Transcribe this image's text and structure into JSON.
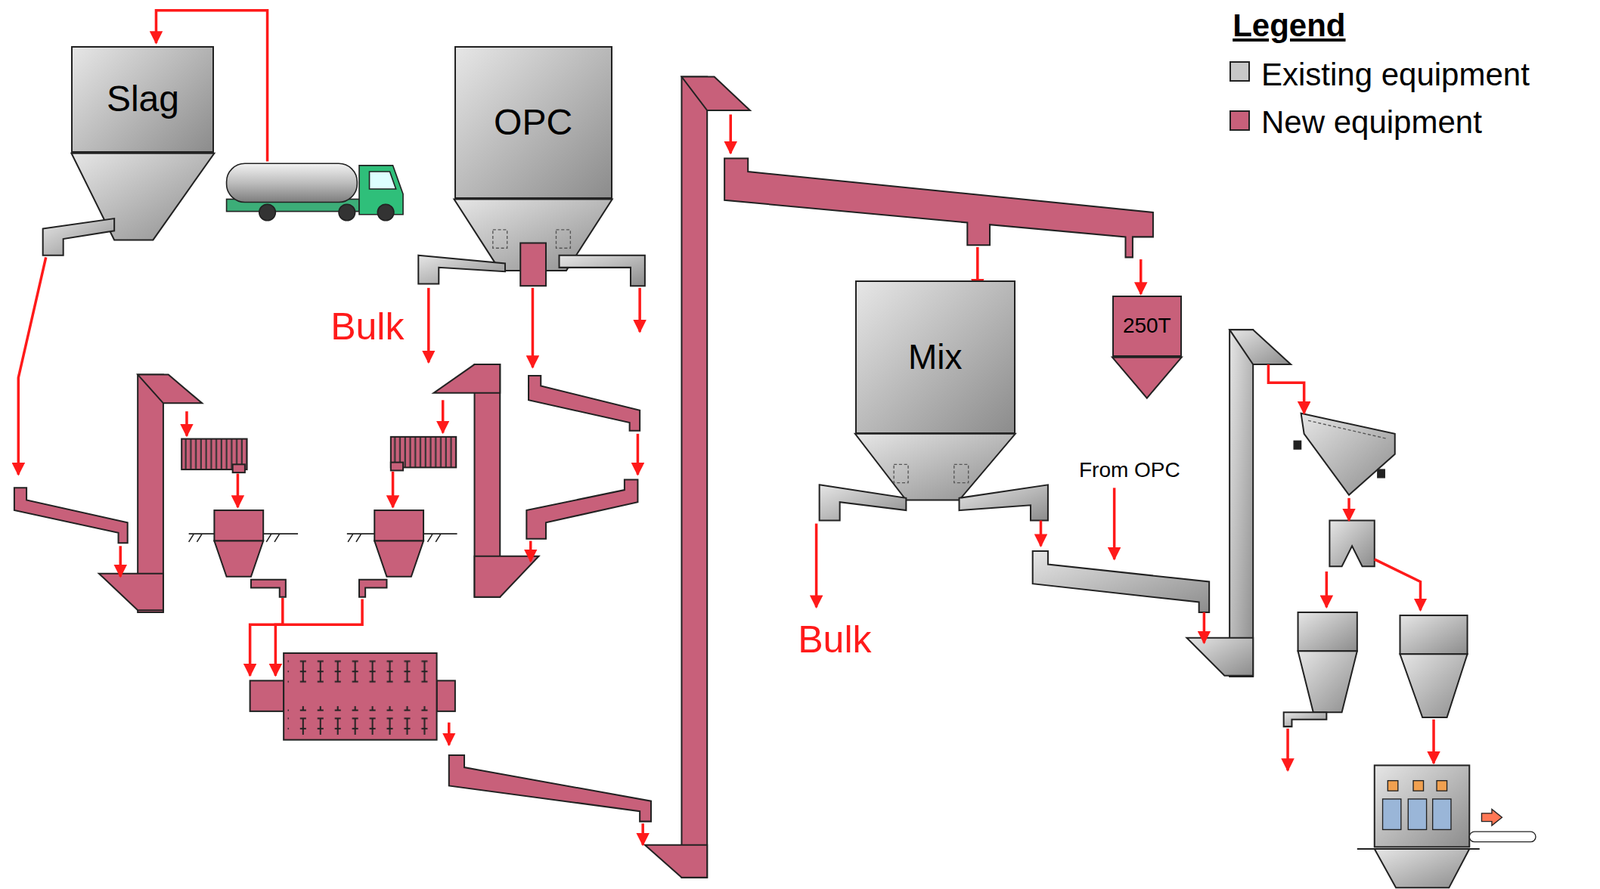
{
  "diagram": {
    "nodes": [
      {
        "text": [
          "Slag"
        ]
      },
      {
        "text": [
          "OPC"
        ]
      },
      {
        "text": [
          "Mix"
        ]
      },
      {
        "text": [
          "250T"
        ]
      }
    ],
    "labels": [
      "Bulk",
      "Bulk",
      "From OPC",
      "Legend"
    ],
    "legend": [
      {
        "text": "Existing equipment",
        "color": "#c8c8c8"
      },
      {
        "text": "New equipment",
        "color": "#c8607a"
      }
    ]
  }
}
